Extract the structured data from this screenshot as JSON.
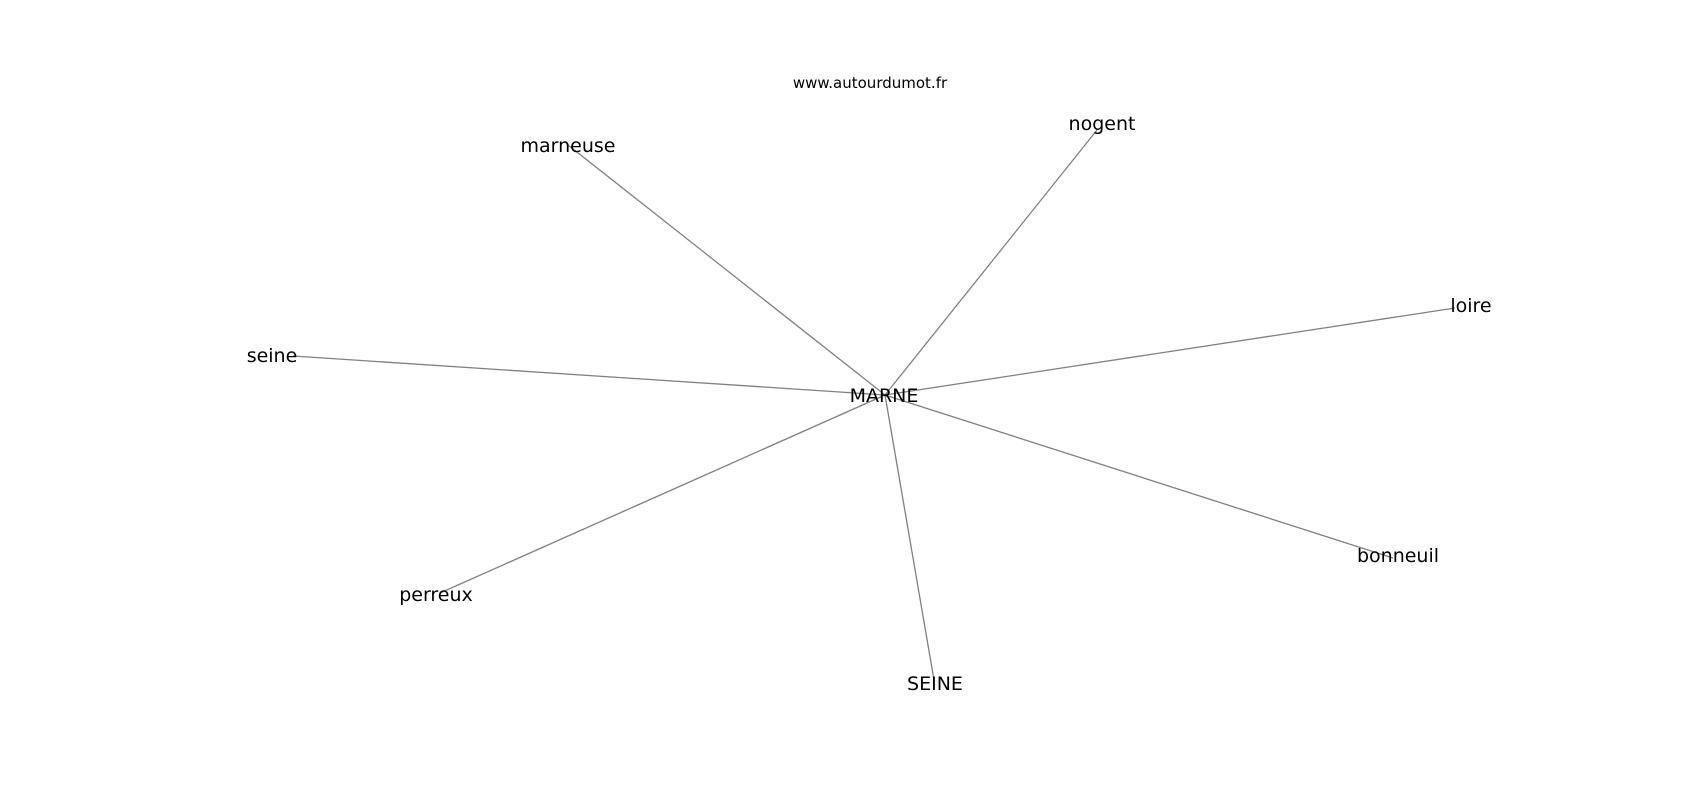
{
  "watermark": "www.autourdumot.fr",
  "graph": {
    "center": "MARNE",
    "nodes": [
      "marneuse",
      "nogent",
      "loire",
      "seine",
      "bonneuil",
      "perreux",
      "SEINE"
    ],
    "edge_color": "#808080",
    "text_color": "#000000"
  }
}
